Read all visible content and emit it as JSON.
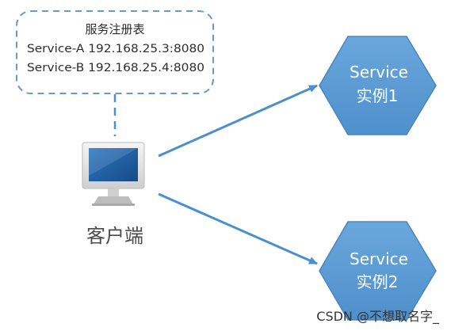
{
  "registry": {
    "title": "服务注册表",
    "entries": [
      "Service-A 192.168.25.3:8080",
      "Service-B 192.168.25.4:8080"
    ]
  },
  "client": {
    "label": "客户端",
    "icon": "computer-monitor-icon"
  },
  "services": [
    {
      "line1": "Service",
      "line2": "实例1"
    },
    {
      "line1": "Service",
      "line2": "实例2"
    }
  ],
  "watermark": "CSDN @不想取名字_",
  "colors": {
    "hexagon_fill": "#5b9bd5",
    "hexagon_stroke": "#4a85c0",
    "arrow": "#4a8fd0",
    "dashed_border": "#6a9ac6",
    "monitor_frame": "#e6e6e6",
    "monitor_screen": "#1f5ea0"
  }
}
